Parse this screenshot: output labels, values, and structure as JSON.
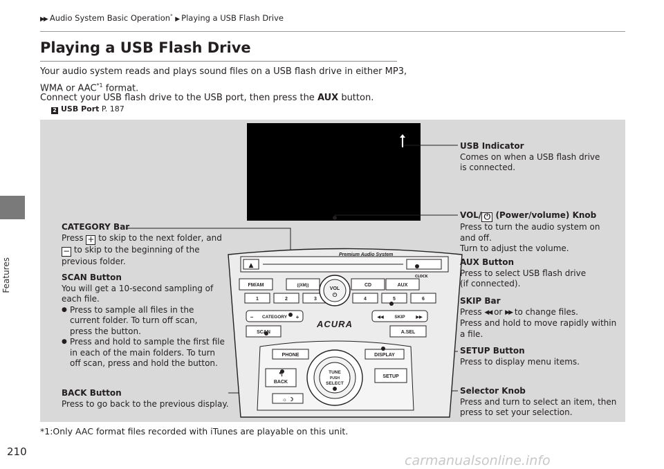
{
  "breadcrumb": {
    "part1": "Audio System Basic Operation",
    "asterisk": "*",
    "part2": "Playing a USB Flash Drive"
  },
  "side_tab": {
    "label": "Features"
  },
  "title": "Playing a USB Flash Drive",
  "intro": {
    "line1": "Your audio system reads and plays sound files on a USB flash drive in either MP3,",
    "line2a": "WMA or AAC",
    "line2_sup": "*1",
    "line2b": " format.",
    "line3a": "Connect your USB flash drive to the USB port, then press the ",
    "line3_bold": "AUX",
    "line3b": " button."
  },
  "reference": {
    "icon": "2",
    "label": "USB Port",
    "page": " P. 187"
  },
  "callouts": {
    "usb_indicator": {
      "title": "USB Indicator",
      "l1": "Comes on when a USB flash drive",
      "l2": "is connected."
    },
    "vol": {
      "title_a": "VOL/",
      "title_b": " (Power/volume) Knob",
      "power_symbol": "⏻",
      "l1": "Press to turn the audio system on",
      "l2": "and off.",
      "l3": "Turn to adjust the volume."
    },
    "aux": {
      "title": "AUX Button",
      "l1": "Press to select USB flash drive",
      "l2": "(if connected)."
    },
    "skip": {
      "title": "SKIP Bar",
      "l1a": "Press ",
      "l1b": " or ",
      "l1c": " to change files.",
      "prev_symbol": "◀◀",
      "next_symbol": "▶▶",
      "l2": "Press and hold to move rapidly within",
      "l3": "a file."
    },
    "setup": {
      "title": "SETUP Button",
      "l1": "Press to display menu items."
    },
    "selector": {
      "title": "Selector Knob",
      "l1": "Press and turn to select an item, then",
      "l2": "press to set your selection."
    },
    "category": {
      "title": "CATEGORY Bar",
      "l1a": "Press ",
      "plus": "+",
      "l1b": " to skip to the next folder, and",
      "minus": "−",
      "l2": " to skip to the beginning of the",
      "l3": "previous folder."
    },
    "scan": {
      "title": "SCAN Button",
      "l1": "You will get a 10-second sampling of",
      "l2": "each file.",
      "b1_l1": "Press to sample all files in the",
      "b1_l2": "current folder. To turn off scan,",
      "b1_l3": "press the button.",
      "b2_l1": "Press and hold to sample the first file",
      "b2_l2": "in each of the main folders. To turn",
      "b2_l3": "off scan, press and hold the button."
    },
    "back": {
      "title": "BACK Button",
      "l1": "Press to go back to the previous display."
    }
  },
  "unit": {
    "brand_strip": "Premium Audio System",
    "clock": "CLOCK",
    "fm_am": "FM/AM",
    "xm": "((XM))",
    "vol": "VOL",
    "cd": "CD",
    "aux": "AUX",
    "presets": [
      "1",
      "2",
      "3",
      "4",
      "5",
      "6"
    ],
    "category": "CATEGORY",
    "cat_minus": "−",
    "cat_plus": "+",
    "skip": "SKIP",
    "scan": "SCAN",
    "acura": "ACURA",
    "asel": "A.SEL",
    "phone": "PHONE",
    "display": "DISPLAY",
    "back": "BACK",
    "setup": "SETUP",
    "tune1": "TUNE",
    "tune2": "PUSH",
    "tune3": "SELECT",
    "brightness": "☼ ☽"
  },
  "footnote": "*1:Only AAC format files recorded with iTunes are playable on this unit.",
  "page_number": "210",
  "watermark": "carmanualsonline.info"
}
